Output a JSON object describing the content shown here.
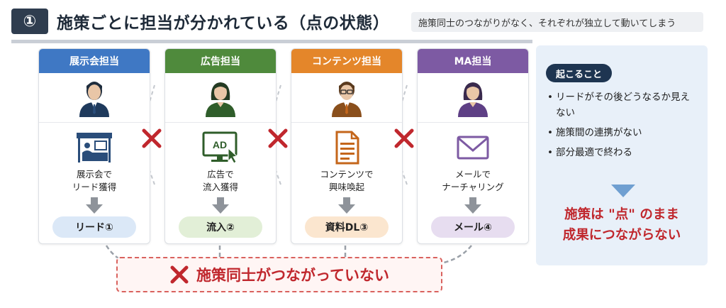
{
  "header": {
    "number": "①",
    "title": "施策ごとに担当が分かれている（点の状態）",
    "subtitle": "施策同士のつながりがなく、それぞれが独立して動いてしまう"
  },
  "columns": [
    {
      "head": "展示会担当",
      "color": "#3f78c4",
      "person": "male-suit",
      "tool_icon": "booth-icon",
      "desc1": "展示会で",
      "desc2": "リード獲得",
      "pill": "リード①",
      "pill_color": "#dbe8f7"
    },
    {
      "head": "広告担当",
      "color": "#4f8a3c",
      "person": "female",
      "tool_icon": "ad-screen-icon",
      "tool_text": "AD",
      "desc1": "広告で",
      "desc2": "流入獲得",
      "pill": "流入②",
      "pill_color": "#e2efd7"
    },
    {
      "head": "コンテンツ担当",
      "color": "#e4862a",
      "person": "male-glasses",
      "tool_icon": "document-icon",
      "desc1": "コンテンツで",
      "desc2": "興味喚起",
      "pill": "資料DL③",
      "pill_color": "#fbe6cf"
    },
    {
      "head": "MA担当",
      "color": "#7d5aa3",
      "person": "female",
      "tool_icon": "mail-icon",
      "desc1": "メールで",
      "desc2": "ナーチャリング",
      "pill": "メール④",
      "pill_color": "#e7ddf0"
    }
  ],
  "banner": {
    "text": "施策同士がつながっていない"
  },
  "panel": {
    "badge": "起こること",
    "items": [
      "リードがその後どうなるか見えない",
      "施策間の連携がない",
      "部分最適で終わる"
    ],
    "result1": "施策は \"点\" のまま",
    "result2": "成果につながらない"
  },
  "colors": {
    "red": "#c0272d",
    "navy": "#1e3551"
  }
}
